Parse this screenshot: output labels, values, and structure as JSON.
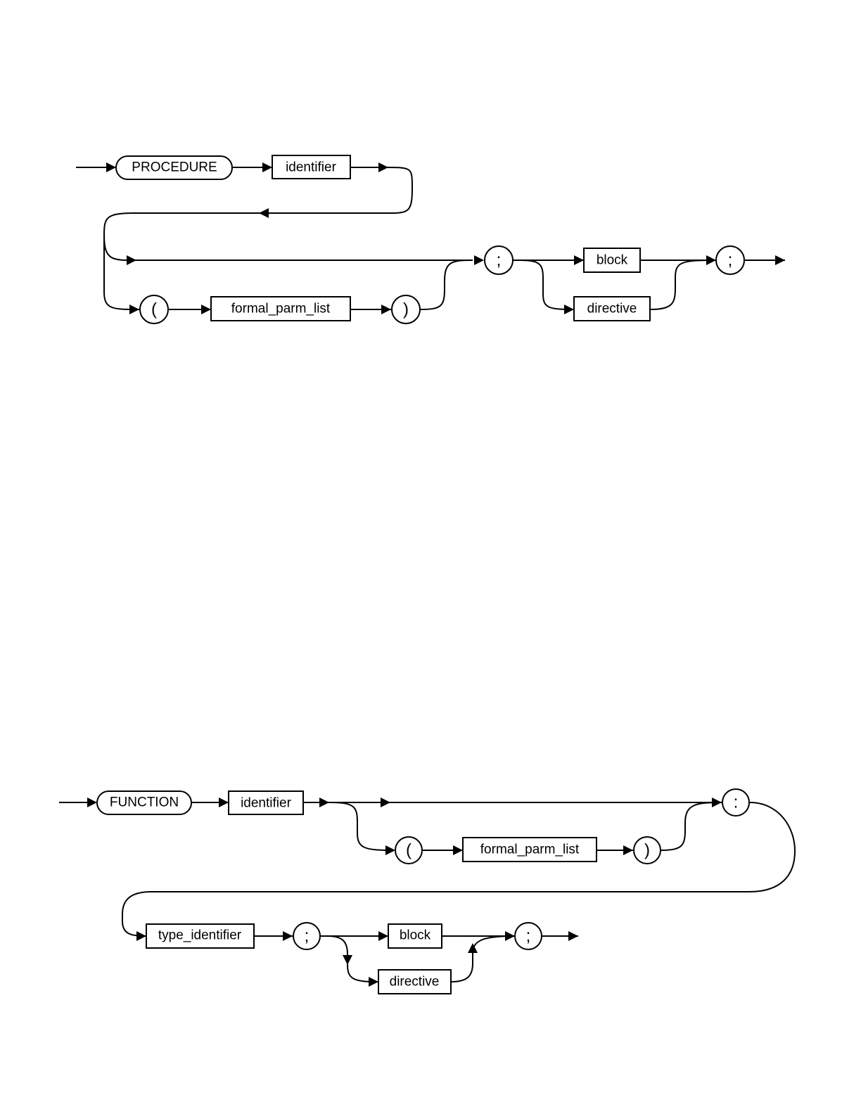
{
  "procedure": {
    "keyword": "PROCEDURE",
    "identifier": "identifier",
    "open_paren": "(",
    "formal_parm_list": "formal_parm_list",
    "close_paren": ")",
    "semicolon_1": ";",
    "block": "block",
    "directive": "directive",
    "semicolon_2": ";"
  },
  "function": {
    "keyword": "FUNCTION",
    "identifier": "identifier",
    "open_paren": "(",
    "formal_parm_list": "formal_parm_list",
    "close_paren": ")",
    "colon": ":",
    "type_identifier": "type_identifier",
    "semicolon_1": ";",
    "block": "block",
    "directive": "directive",
    "semicolon_2": ";"
  }
}
